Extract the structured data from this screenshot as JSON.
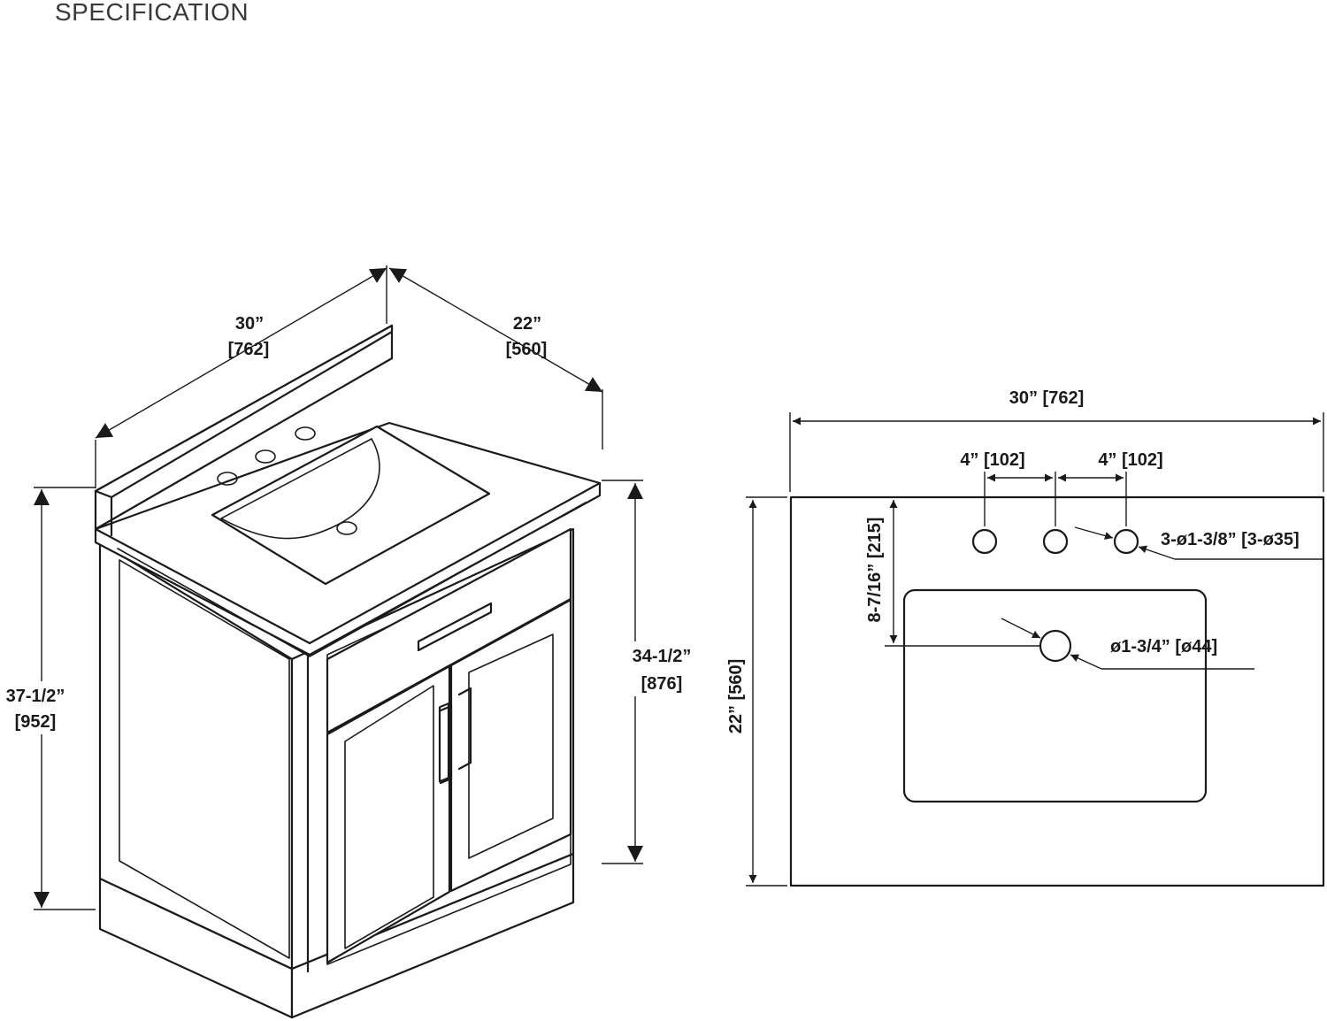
{
  "title": "SPECIFICATION",
  "isometric_view": {
    "width_in": "30”",
    "width_mm": "[762]",
    "depth_in": "22”",
    "depth_mm": "[560]",
    "total_height_in": "37-1/2”",
    "total_height_mm": "[952]",
    "cabinet_height_in": "34-1/2”",
    "cabinet_height_mm": "[876]"
  },
  "top_view": {
    "width": "30” [762]",
    "depth": "22” [560]",
    "hole_spacing_left": "4” [102]",
    "hole_spacing_right": "4” [102]",
    "hole_offset": "8-7/16” [215]",
    "faucet_holes": "3-ø1-3/8” [3-ø35]",
    "drain_hole": "ø1-3/4” [ø44]"
  }
}
